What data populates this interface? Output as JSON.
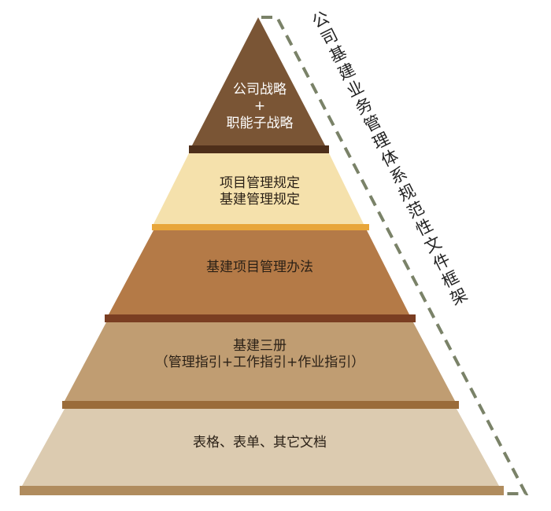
{
  "tiers": [
    {
      "line1": "公司战略",
      "line2": "+",
      "line3": "职能子战略"
    },
    {
      "line1": "项目管理规定",
      "line2": "基建管理规定"
    },
    {
      "line1": "基建项目管理办法"
    },
    {
      "line1": "基建三册",
      "line2": "（管理指引+工作指引+作业指引）"
    },
    {
      "line1": "表格、表单、其它文档"
    }
  ],
  "side_label": "公司基建业务管理体系规范性文件框架",
  "colors": {
    "tier1": "#7a5535",
    "tier2": "#f5e1ac",
    "tier3": "#b47a47",
    "tier4": "#c09d72",
    "tier5": "#dccbb0",
    "dash": "#7a8268"
  }
}
